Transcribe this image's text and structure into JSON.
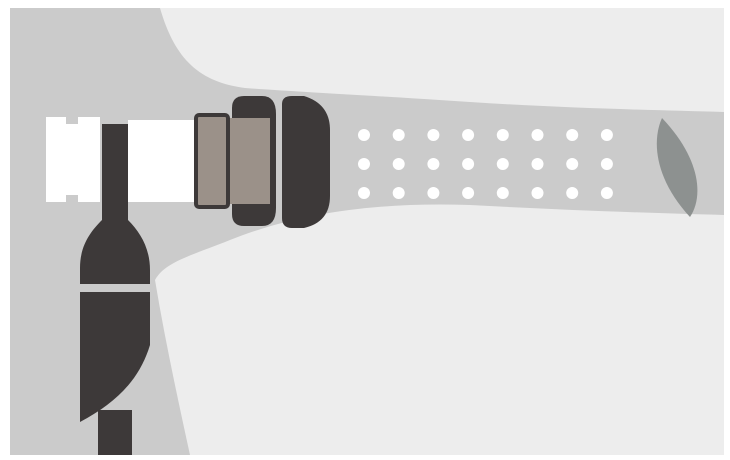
{
  "diagram": {
    "kind": "equipment-illustration",
    "colors": {
      "frame": "#ffffff",
      "duct_panel": "#cbcbcb",
      "light_region": "#ededed",
      "dark_part": "#3d3939",
      "taupe_part": "#9b9189",
      "white_part": "#ffffff",
      "blade": "#8d9190"
    },
    "perforation_rows": 3,
    "perforation_cols": 8
  }
}
